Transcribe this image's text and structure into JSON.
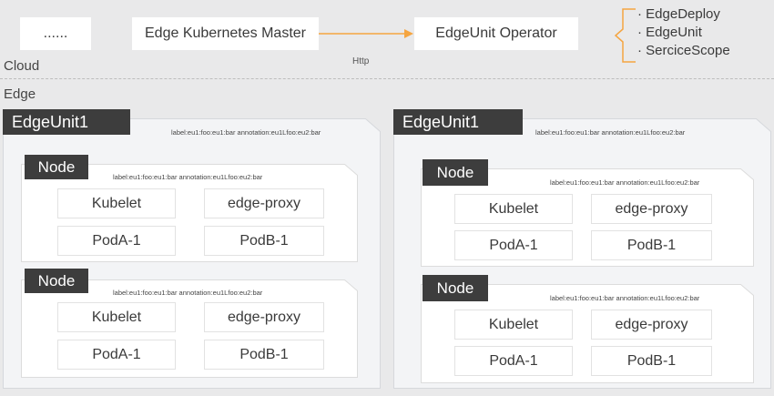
{
  "cloud": {
    "label": "Cloud",
    "placeholder_box": "......",
    "master": "Edge Kubernetes Master",
    "operator": "EdgeUnit Operator",
    "http": "Http",
    "crds": [
      "· EdgeDeploy",
      "· EdgeUnit",
      "· SerciceScope"
    ]
  },
  "edge": {
    "label": "Edge",
    "units": [
      {
        "title": "EdgeUnit1",
        "meta": "label:eu1:foo:eu1:bar  annotation:eu1Lfoo:eu2:bar",
        "nodes": [
          {
            "title": "Node",
            "meta": "label:eu1:foo:eu1:bar  annotation:eu1Lfoo:eu2:bar",
            "items": [
              "Kubelet",
              "edge-proxy",
              "PodA-1",
              "PodB-1"
            ]
          },
          {
            "title": "Node",
            "meta": "label:eu1:foo:eu1:bar  annotation:eu1Lfoo:eu2:bar",
            "items": [
              "Kubelet",
              "edge-proxy",
              "PodA-1",
              "PodB-1"
            ]
          }
        ]
      },
      {
        "title": "EdgeUnit1",
        "meta": "label:eu1:foo:eu1:bar  annotation:eu1Lfoo:eu2:bar",
        "nodes": [
          {
            "title": "Node",
            "meta": "label:eu1:foo:eu1:bar  annotation:eu1Lfoo:eu2:bar",
            "items": [
              "Kubelet",
              "edge-proxy",
              "PodA-1",
              "PodB-1"
            ]
          },
          {
            "title": "Node",
            "meta": "label:eu1:foo:eu1:bar  annotation:eu1Lfoo:eu2:bar",
            "items": [
              "Kubelet",
              "edge-proxy",
              "PodA-1",
              "PodB-1"
            ]
          }
        ]
      }
    ]
  },
  "colors": {
    "arrow": "#f5a541",
    "title_bg": "#3d3d3d",
    "background": "#e9e9ea",
    "panel": "#f3f4f6"
  }
}
